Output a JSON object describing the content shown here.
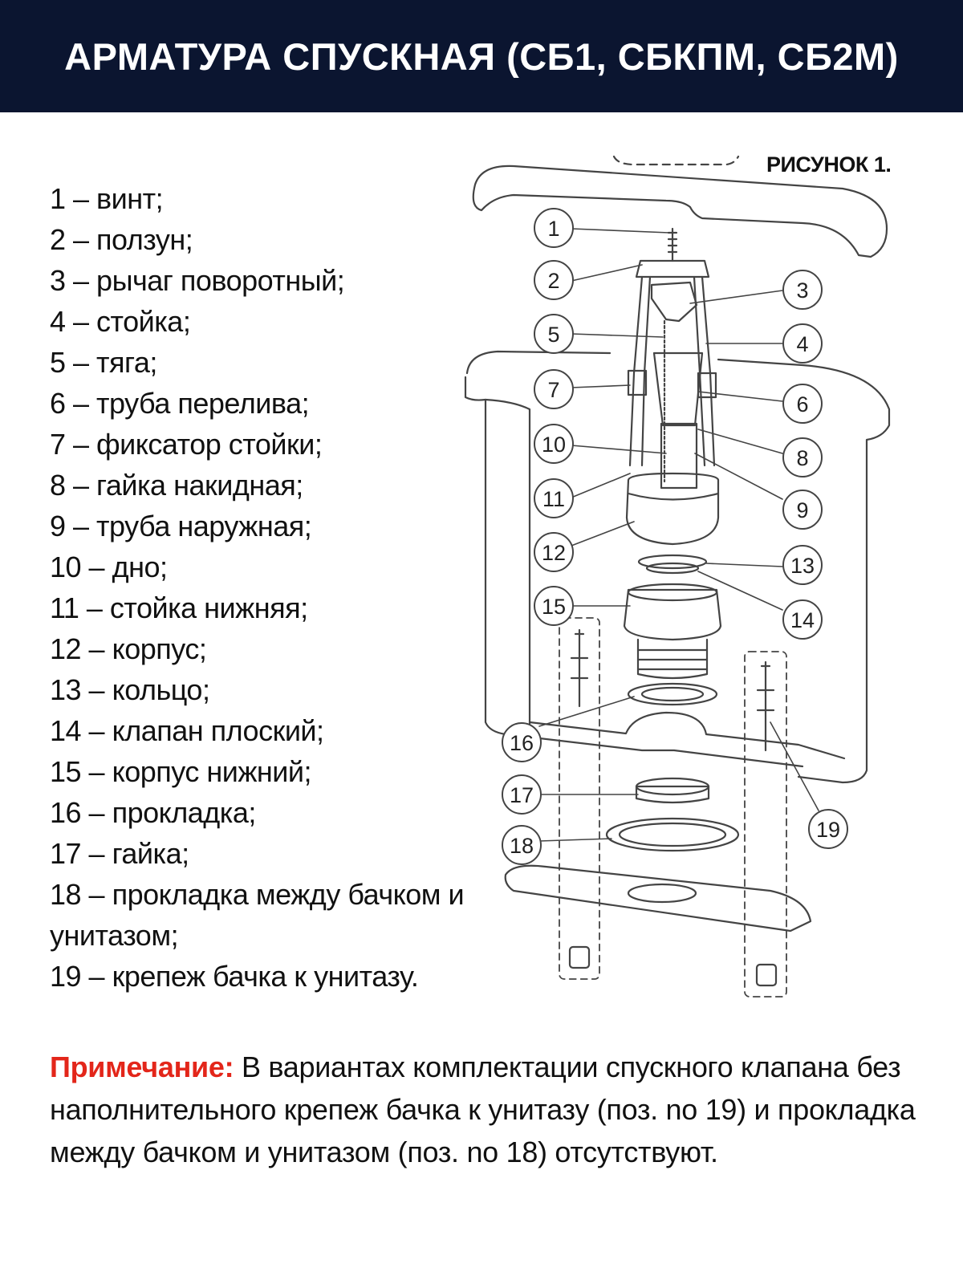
{
  "header": {
    "title": "АРМАТУРА СПУСКНАЯ (СБ1, СБКПМ, СБ2М)"
  },
  "figure": {
    "caption": "РИСУНОК 1."
  },
  "legend": [
    "1 – винт;",
    "2 – ползун;",
    "3 – рычаг поворотный;",
    "4 – стойка;",
    "5 – тяга;",
    "6 – труба перелива;",
    "7 – фиксатор стойки;",
    "8 – гайка накидная;",
    "9 – труба наружная;",
    "10 – дно;",
    "11 – стойка нижняя;",
    "12 – корпус;",
    "13 – кольцо;",
    "14 – клапан плоский;",
    "15 – корпус нижний;",
    "16 – прокладка;",
    "17 – гайка;",
    "18 – прокладка между бачком и унитазом;",
    "19 – крепеж бачка к унитазу."
  ],
  "callouts": [
    "1",
    "2",
    "3",
    "4",
    "5",
    "6",
    "7",
    "8",
    "9",
    "10",
    "11",
    "12",
    "13",
    "14",
    "15",
    "16",
    "17",
    "18",
    "19"
  ],
  "note": {
    "label": "Примечание:",
    "text": " В вариантах комплектации спускного клапана без наполнительного крепеж бачка к унитазу (поз. no 19) и прокладка между бачком и унитазом (поз. no 18) отсутствуют."
  },
  "colors": {
    "header_bg": "#0b1530",
    "header_text": "#ffffff",
    "note_label": "#e3261a",
    "line": "#444444"
  }
}
